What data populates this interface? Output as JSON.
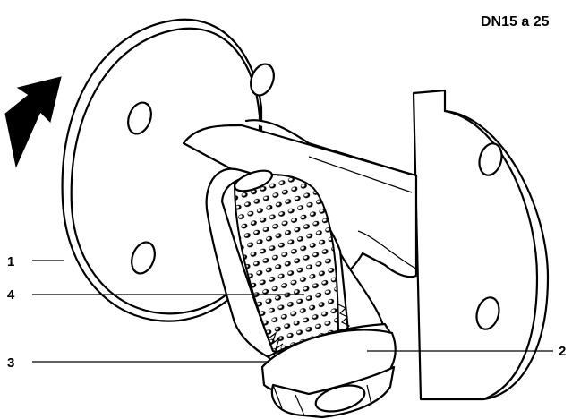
{
  "title": "DN15 a 25",
  "callouts": [
    {
      "id": "1",
      "label": "1"
    },
    {
      "id": "4",
      "label": "4"
    },
    {
      "id": "3",
      "label": "3"
    },
    {
      "id": "2",
      "label": "2"
    }
  ],
  "icons": {
    "flow": "flow-direction-arrow",
    "part": "y-strainer-cutaway-drawing"
  }
}
